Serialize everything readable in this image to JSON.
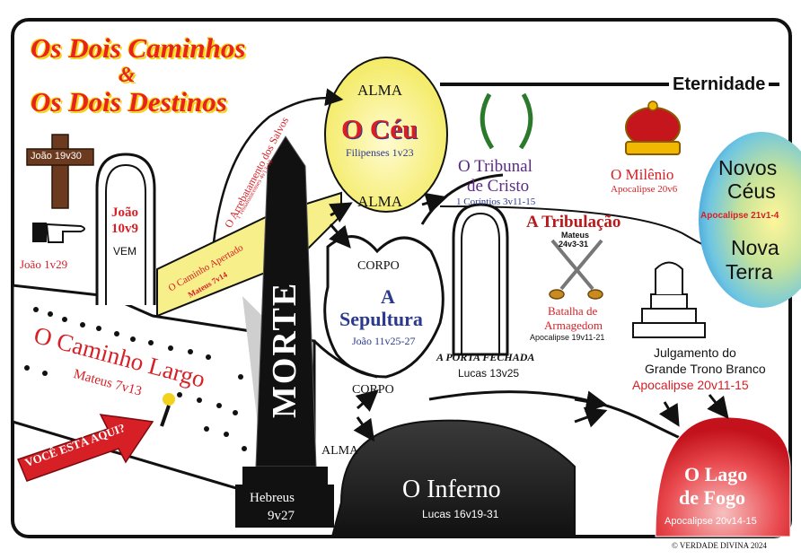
{
  "title_line1": "Os Dois Caminhos",
  "title_amp": "&",
  "title_line2": "Os Dois Destinos",
  "eternidade": "Eternidade",
  "cross_ref": "João 19v30",
  "hand_ref": "João 1v29",
  "door_ref": "João\n10v9",
  "door_ref_a": "João",
  "door_ref_b": "10v9",
  "door_vem": "VEM",
  "narrow_way": "O Caminho Apertado",
  "narrow_ref": "Mateus 7v14",
  "rapture": "O Arrebatamento dos Salvos",
  "rapture_ref": "1 Tessalonicenses 4v13-18",
  "broad_way": "O Caminho Largo",
  "broad_ref": "Mateus 7v13",
  "you_are_here": "VOCÊ ESTÁ AQUI?",
  "morte": "MORTE",
  "obelisk_ref_a": "Hebreus",
  "obelisk_ref_b": "9v27",
  "alma_top": "ALMA",
  "ceu": "O Céu",
  "ceu_ref": "Filipenses 1v23",
  "alma_mid": "ALMA",
  "corpo_top": "CORPO",
  "sepultura_a": "A",
  "sepultura_b": "Sepultura",
  "sepultura_ref": "João 11v25-27",
  "corpo_bottom": "CORPO",
  "alma_bottom": "ALMA",
  "inferno": "O Inferno",
  "inferno_ref": "Lucas 16v19-31",
  "tribunal_a": "O Tribunal",
  "tribunal_b": "de Cristo",
  "tribunal_ref": "1 Coríntios 3v11-15",
  "tribulacao": "A Tribulação",
  "tribulacao_ref_a": "Mateus",
  "tribulacao_ref_b": "24v3-31",
  "porta_fechada": "A PORTA FECHADA",
  "porta_ref": "Lucas 13v25",
  "batalha_a": "Batalha de",
  "batalha_b": "Armagedom",
  "batalha_ref": "Apocalipse 19v11-21",
  "milenio": "O Milênio",
  "milenio_ref": "Apocalipse 20v6",
  "novos": "Novos",
  "ceus": "Céus",
  "novos_ref": "Apocalipse 21v1-4",
  "nova": "Nova",
  "terra": "Terra",
  "julgamento_a": "Julgamento do",
  "julgamento_b": "Grande Trono Branco",
  "julgamento_ref": "Apocalipse 20v11-15",
  "lago_a": "O Lago",
  "lago_b": "de Fogo",
  "lago_ref": "Apocalipse 20v14-15",
  "copyright": "© VERDADE DIVINA 2024",
  "colors": {
    "red": "#d71f26",
    "heaven": "#f5ef74",
    "obelisk": "#111111",
    "hell": "#1a1a1a",
    "blue": "#2b3a8f"
  }
}
